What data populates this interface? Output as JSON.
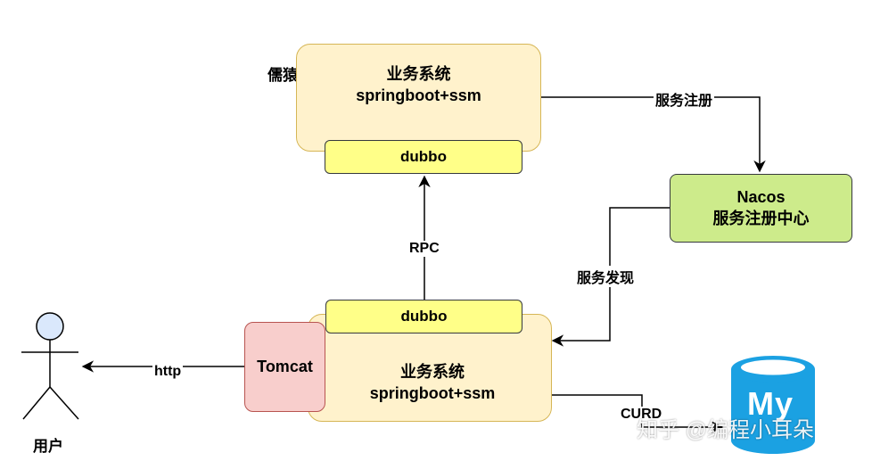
{
  "corner_label": "儒猿课堂",
  "top_service": {
    "line1": "业务系统",
    "line2": "springboot+ssm",
    "framework": "dubbo"
  },
  "bottom_service": {
    "line1": "业务系统",
    "line2": "springboot+ssm",
    "framework": "dubbo"
  },
  "tomcat": "Tomcat",
  "nacos": {
    "line1": "Nacos",
    "line2": "服务注册中心"
  },
  "edges": {
    "register": "服务注册",
    "discover": "服务发现",
    "rpc": "RPC",
    "http": "http",
    "crud": "CURD"
  },
  "user_label": "用户",
  "db_icon_label": "My",
  "watermark": "知乎 @编程小耳朵",
  "colors": {
    "service_fill": "#fff2cc",
    "service_border": "#d6b656",
    "dubbo_fill": "#ffff88",
    "nacos_fill": "#cdeb8b",
    "tomcat_fill": "#f8cecc",
    "tomcat_border": "#b85450",
    "user_head": "#dae8fc",
    "db_blue": "#1ba1e2"
  }
}
